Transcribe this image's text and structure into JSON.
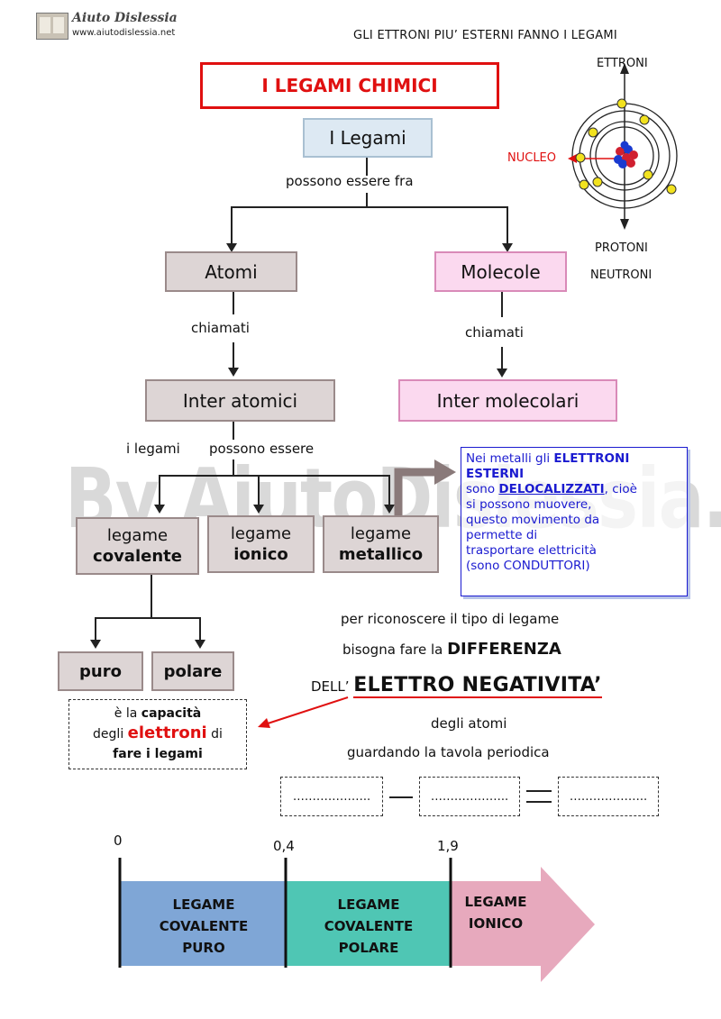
{
  "logo": {
    "name": "Aiuto Dislessia",
    "url": "www.aiutodislessia.net"
  },
  "header_title": "GLI ETTRONI PIU’ ESTERNI FANNO I LEGAMI",
  "main_title": "I LEGAMI CHIMICI",
  "atom": {
    "electrons_label": "ETTRONI",
    "nucleus_label": "NUCLEO",
    "protons_label": "PROTONI",
    "neutrons_label": "NEUTRONI"
  },
  "root": "I Legami",
  "can_be_between": "possono essere fra",
  "atomi": "Atomi",
  "molecole": "Molecole",
  "chiamati_left": "chiamati",
  "chiamati_right": "chiamati",
  "inter_atomici": "Inter atomici",
  "inter_molecolari": "Inter molecolari",
  "legami_possono_1": "i legami",
  "legami_possono_2": "possono essere",
  "legame_word": "legame",
  "covalente": "covalente",
  "ionico": "ionico",
  "metallico": "metallico",
  "puro": "puro",
  "polare": "polare",
  "metal_note": {
    "l1a": "Nei metalli gli ",
    "l1b": "ELETTRONI ESTERNI",
    "l2a": "sono ",
    "l2b": "DELOCALIZZATI",
    "l2c": ", cioè",
    "l3": "si possono muovere,",
    "l4": "questo movimento da",
    "l5": "permette di",
    "l6": "trasportare elettricità",
    "l7": "(sono CONDUTTORI)"
  },
  "definition": {
    "a": "è la ",
    "b": "capacità",
    "c": "degli ",
    "d": "elettroni",
    "e": " di",
    "f": "fare i legami"
  },
  "recognize": {
    "l1": "per riconoscere il tipo di legame",
    "l2a": "bisogna fare la ",
    "l2b": "DIFFERENZA",
    "l3a": "DELL’ ",
    "l3b": "ELETTRO NEGATIVITA’",
    "l4": "degli atomi",
    "l5": "guardando la tavola periodica"
  },
  "formula": {
    "blank": "………………..",
    "minus": "—",
    "equals": "="
  },
  "scale": {
    "ticks": [
      "0",
      "0,4",
      "1,9"
    ],
    "segments": [
      {
        "lines": [
          "LEGAME",
          "COVALENTE",
          "PURO"
        ],
        "color": "#7fa6d6"
      },
      {
        "lines": [
          "LEGAME",
          "COVALENTE",
          "POLARE"
        ],
        "color": "#4fc6b4"
      },
      {
        "lines": [
          "LEGAME",
          "IONICO"
        ],
        "color": "#e7a9bd"
      }
    ]
  },
  "watermark": "By AiutoDislessia.net",
  "colors": {
    "title_red": "#e01010",
    "note_blue": "#1a1ad0",
    "highlight_red": "#e01010"
  }
}
